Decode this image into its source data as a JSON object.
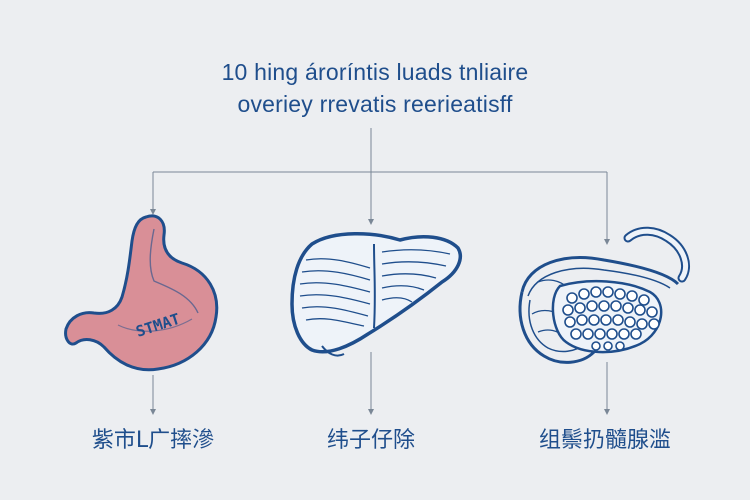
{
  "title": {
    "line1": "10 hing ároríntis luads tnliaire",
    "line2": "overiey rrevatis reerieatisff"
  },
  "organs": [
    {
      "label": "STMAT",
      "caption": "紫市L广摔滲",
      "icon": "stomach-illustration"
    },
    {
      "label": "",
      "caption": "纬子仔除",
      "icon": "liver-illustration"
    },
    {
      "label": "",
      "caption": "组鬃扔髓腺滥",
      "icon": "pancreas-intestine-illustration"
    }
  ],
  "colors": {
    "background": "#eceef1",
    "primary": "#1f4e8c",
    "stomach_fill": "#d98f97",
    "line": "#7a8796"
  }
}
